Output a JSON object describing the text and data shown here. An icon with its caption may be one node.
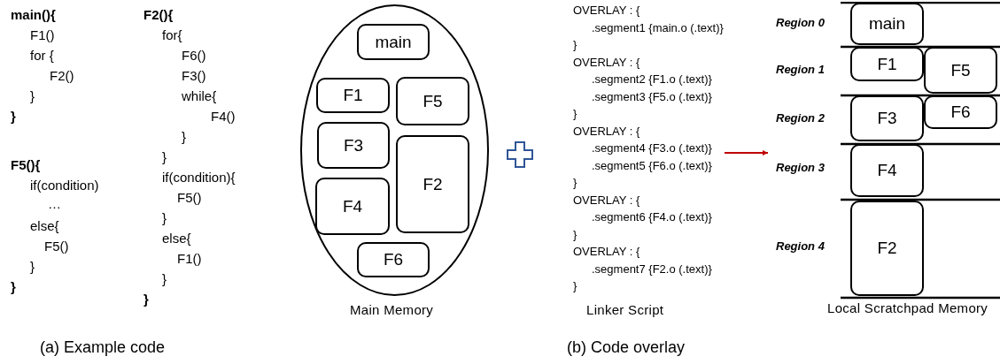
{
  "diagram": {
    "nodes": [
      {
        "text": [
          "Main Memory"
        ]
      },
      {
        "text": [
          "main"
        ],
        "in": 0
      },
      {
        "text": [
          "F1"
        ],
        "in": 0
      },
      {
        "text": [
          "F5"
        ],
        "in": 0
      },
      {
        "text": [
          "F3"
        ],
        "in": 0
      },
      {
        "text": [
          "F2"
        ],
        "in": 0
      },
      {
        "text": [
          "F4"
        ],
        "in": 0
      },
      {
        "text": [
          "F6"
        ],
        "in": 0
      },
      {
        "text": [
          "Linker Script"
        ]
      },
      {
        "text": [
          "Local Scratchpad Memory"
        ]
      },
      {
        "text": [
          "main"
        ],
        "in": 9
      },
      {
        "text": [
          "F1"
        ],
        "in": 9
      },
      {
        "text": [
          "F5"
        ],
        "in": 9
      },
      {
        "text": [
          "F3"
        ],
        "in": 9
      },
      {
        "text": [
          "F6"
        ],
        "in": 9
      },
      {
        "text": [
          "F4"
        ],
        "in": 9
      },
      {
        "text": [
          "F2"
        ],
        "in": 9
      }
    ],
    "edges": [
      {
        "from": 8,
        "to": 9,
        "arrow": "to",
        "color": "#c00000"
      }
    ],
    "labels": [
      "main(){",
      "F1()",
      "for {",
      "F2()",
      "}",
      "}",
      "F5(){",
      "if(condition)",
      "…",
      "else{",
      "F5()",
      "}",
      "}",
      "F2(){",
      "for{",
      "F6()",
      "F3()",
      "while{",
      "F4()",
      "}",
      "}",
      "if(condition){",
      "F5()",
      "}",
      "else{",
      "F1()",
      "}",
      "}",
      "(a) Example code",
      "OVERLAY : {",
      ".segment1 {main.o (.text)}",
      "}",
      "OVERLAY : {",
      ".segment2 {F1.o (.text)}",
      ".segment3 {F5.o (.text)}",
      "}",
      "OVERLAY : {",
      ".segment4 {F3.o (.text)}",
      ".segment5 {F6.o (.text)}",
      "}",
      "OVERLAY : {",
      ".segment6 {F4.o (.text)}",
      "}",
      "OVERLAY : {",
      ".segment7 {F2.o (.text)}",
      "}",
      "Region 0",
      "Region 1",
      "Region 2",
      "Region 3",
      "Region 4",
      "(b) Code overlay"
    ]
  }
}
